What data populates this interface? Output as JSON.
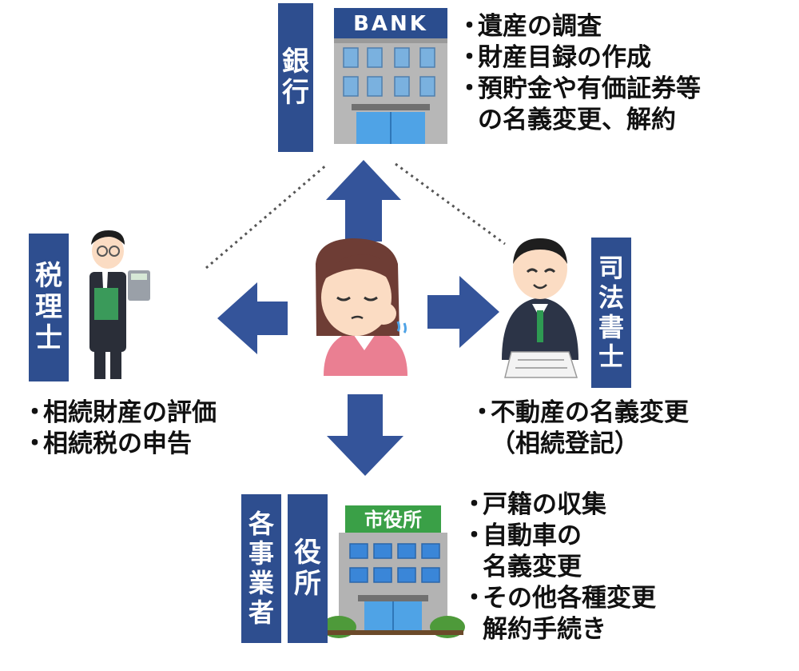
{
  "colors": {
    "accent": "#2e4e8f",
    "arrow": "#34549a",
    "dotted_line": "#555555"
  },
  "icons": [
    "bank-building-icon",
    "city-hall-building-icon",
    "worried-woman-icon",
    "tax-accountant-icon",
    "judicial-scrivener-icon"
  ],
  "bank": {
    "sign": "BANK",
    "label": [
      "銀",
      "行"
    ],
    "tasks": [
      {
        "bullet": "・",
        "lines": [
          "遺産の調査"
        ]
      },
      {
        "bullet": "・",
        "lines": [
          "財産目録の作成"
        ]
      },
      {
        "bullet": "・",
        "lines": [
          "預貯金や有価証券等",
          "の名義変更、解約"
        ]
      }
    ]
  },
  "tax_accountant": {
    "label": [
      "税",
      "理",
      "士"
    ],
    "tasks": [
      {
        "bullet": "・",
        "lines": [
          "相続財産の評価"
        ]
      },
      {
        "bullet": "・",
        "lines": [
          "相続税の申告"
        ]
      }
    ]
  },
  "scrivener": {
    "label": [
      "司",
      "法",
      "書",
      "士"
    ],
    "tasks": [
      {
        "bullet": "・",
        "lines": [
          "不動産の名義変更",
          "（相続登記）"
        ]
      }
    ]
  },
  "city_office": {
    "sign": "市役所",
    "label_a": [
      "各",
      "事",
      "業",
      "者"
    ],
    "label_b": [
      "役",
      "所"
    ],
    "tasks": [
      {
        "bullet": "・",
        "lines": [
          "戸籍の収集"
        ]
      },
      {
        "bullet": "・",
        "lines": [
          "自動車の",
          "名義変更"
        ]
      },
      {
        "bullet": "・",
        "lines": [
          "その他各種変更",
          "解約手続き"
        ]
      }
    ]
  }
}
